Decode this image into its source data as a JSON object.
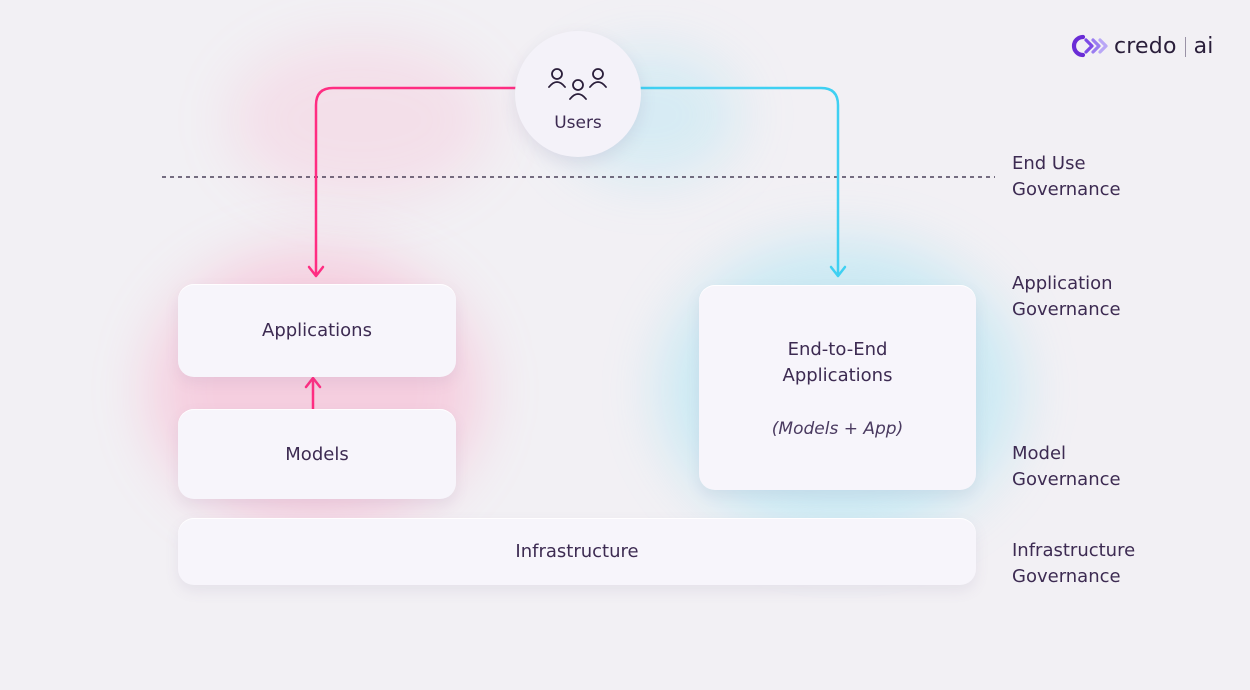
{
  "logo": {
    "text_primary": "credo",
    "text_secondary": "ai"
  },
  "users": {
    "label": "Users"
  },
  "boxes": {
    "applications": "Applications",
    "models": "Models",
    "e2e_title": "End-to-End Applications",
    "e2e_subtitle": "(Models + App)",
    "infrastructure": "Infrastructure"
  },
  "governance": [
    {
      "line1": "End Use",
      "line2": "Governance"
    },
    {
      "line1": "Application",
      "line2": "Governance"
    },
    {
      "line1": "Model",
      "line2": "Governance"
    },
    {
      "line1": "Infrastructure",
      "line2": "Governance"
    }
  ],
  "colors": {
    "pink": "#ff2d82",
    "cyan": "#3fd0f2",
    "text": "#3d2b52",
    "background": "#f2f0f4"
  }
}
